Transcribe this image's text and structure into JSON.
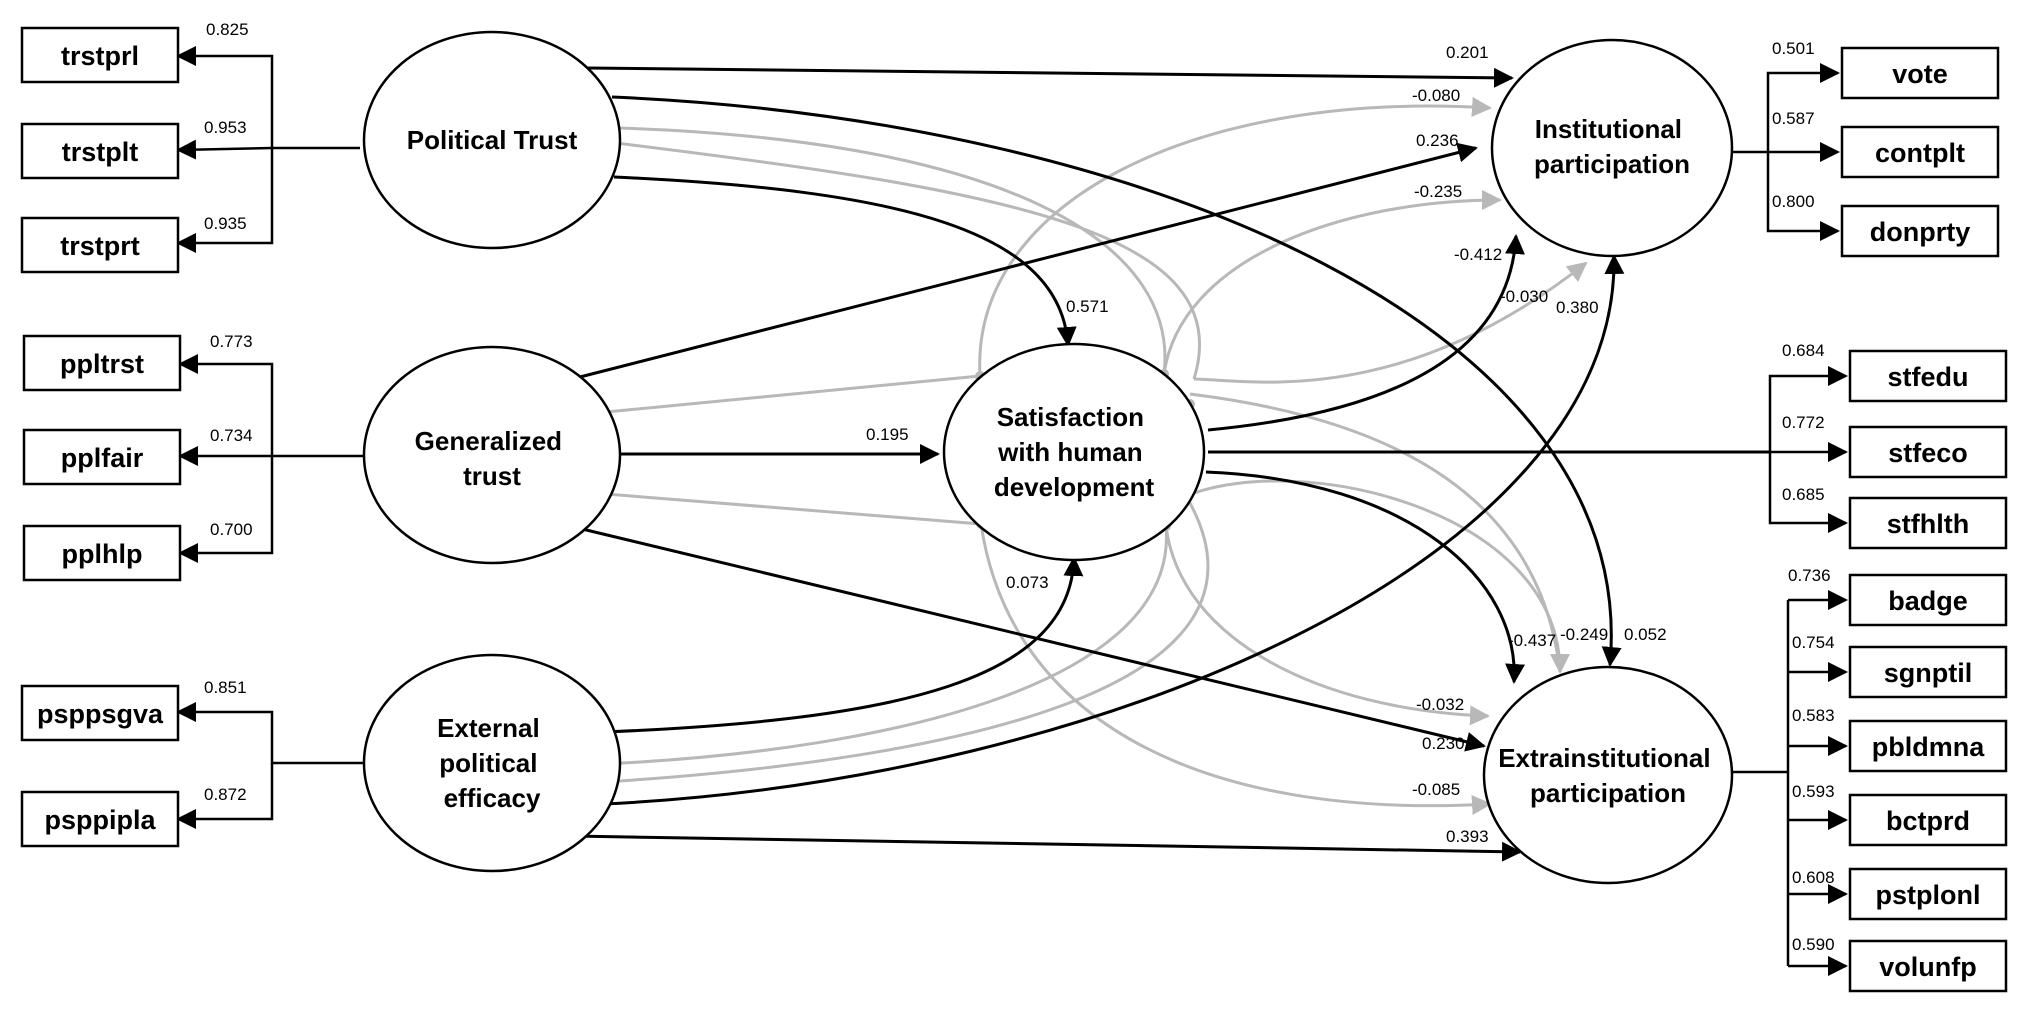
{
  "latents": {
    "political_trust": [
      "Political Trust"
    ],
    "generalized_trust": [
      "Generalized",
      "trust"
    ],
    "external_efficacy": [
      "External",
      "political",
      "efficacy"
    ],
    "satisfaction": [
      "Satisfaction",
      "with  human",
      "development"
    ],
    "institutional": [
      "Institutional",
      "participation"
    ],
    "extrainstitutional": [
      "Extrainstitutional",
      "participation"
    ]
  },
  "indicators": {
    "political_trust": [
      {
        "name": "trstprl",
        "loading": "0.825"
      },
      {
        "name": "trstplt",
        "loading": "0.953"
      },
      {
        "name": "trstprt",
        "loading": "0.935"
      }
    ],
    "generalized_trust": [
      {
        "name": "ppltrst",
        "loading": "0.773"
      },
      {
        "name": "pplfair",
        "loading": "0.734"
      },
      {
        "name": "pplhlp",
        "loading": "0.700"
      }
    ],
    "external_efficacy": [
      {
        "name": "psppsgva",
        "loading": "0.851"
      },
      {
        "name": "psppipla",
        "loading": "0.872"
      }
    ],
    "institutional": [
      {
        "name": "vote",
        "loading": "0.501"
      },
      {
        "name": "contplt",
        "loading": "0.587"
      },
      {
        "name": "donprty",
        "loading": "0.800"
      }
    ],
    "satisfaction": [
      {
        "name": "stfedu",
        "loading": "0.684"
      },
      {
        "name": "stfeco",
        "loading": "0.772"
      },
      {
        "name": "stfhlth",
        "loading": "0.685"
      }
    ],
    "extrainstitutional": [
      {
        "name": "badge",
        "loading": "0.736"
      },
      {
        "name": "sgnptil",
        "loading": "0.754"
      },
      {
        "name": "pbldmna",
        "loading": "0.583"
      },
      {
        "name": "bctprd",
        "loading": "0.593"
      },
      {
        "name": "pstplonl",
        "loading": "0.608"
      },
      {
        "name": "volunfp",
        "loading": "0.590"
      }
    ]
  },
  "paths": {
    "pt_ip": "0.201",
    "pt_ep": "0.052",
    "pt_sat": "0.571",
    "gt_ip": "0.236",
    "gt_sat": "0.195",
    "gt_ep": "0.230",
    "ee_sat": "0.073",
    "ee_ip": "0.380",
    "ee_ep": "0.393",
    "sat_ip": "-0.412",
    "sat_ep": "-0.437"
  },
  "indirect_paths": {
    "pt_ip": "-0.080",
    "gt_ip": "-0.235",
    "ee_ip": "-0.030",
    "pt_ep": "-0.249",
    "gt_ep": "-0.032",
    "ee_ep": "-0.085"
  },
  "colors": {
    "direct": "#000000",
    "indirect": "#b8b8b8"
  }
}
